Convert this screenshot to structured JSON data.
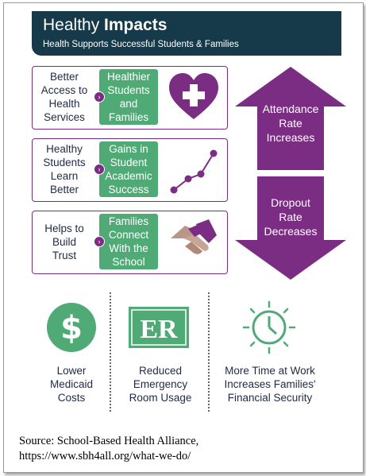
{
  "header": {
    "title_plain": "Healthy",
    "title_bold": "Impacts",
    "subtitle": "Health Supports Successful Students & Families"
  },
  "rows": [
    {
      "label": [
        "Better",
        "Access to",
        "Health",
        "Services"
      ],
      "result": [
        "Healthier",
        "Students",
        "and",
        "Families"
      ],
      "icon": "heart-medical-cross-icon"
    },
    {
      "label": [
        "Healthy",
        "Students",
        "Learn",
        "Better"
      ],
      "result": [
        "Gains in",
        "Student",
        "Academic",
        "Success"
      ],
      "icon": "rising-line-graph-icon"
    },
    {
      "label": [
        "Helps to",
        "Build",
        "Trust"
      ],
      "result": [
        "Families",
        "Connect",
        "With the",
        "School"
      ],
      "icon": "handshake-icon"
    }
  ],
  "arrows": {
    "up": {
      "text": [
        "Attendance",
        "Rate",
        "Increases"
      ],
      "direction": "up"
    },
    "down": {
      "text": [
        "Dropout",
        "Rate",
        "Decreases"
      ],
      "direction": "down"
    }
  },
  "outcomes": [
    {
      "icon": "dollar-coin-icon",
      "text": [
        "Lower",
        "Medicaid",
        "Costs"
      ]
    },
    {
      "icon": "er-sign-icon",
      "icon_text": "ER",
      "text": [
        "Reduced",
        "Emergency",
        "Room Usage"
      ]
    },
    {
      "icon": "clock-icon",
      "text": [
        "More Time at Work",
        "Increases Families'",
        "Financial Security"
      ]
    }
  ],
  "source": [
    "Source: School-Based Health Alliance,",
    "https://www.sbh4all.org/what-we-do/"
  ],
  "colors": {
    "navy": "#163a4a",
    "green": "#4faa76",
    "purple": "#7b2d83",
    "text": "#1f2a44"
  }
}
